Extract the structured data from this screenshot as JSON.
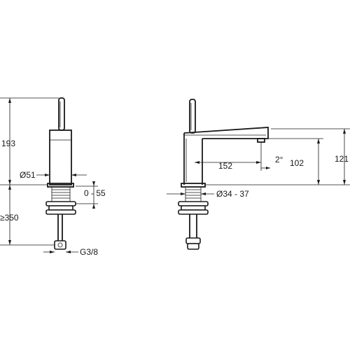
{
  "dimensions": {
    "height_total": "193",
    "body_diameter": "Ø51",
    "deck_thickness": "0 - 55",
    "pipe_length": "≥350",
    "thread": "G3/8",
    "spout_reach": "152",
    "spout_angle": "2°",
    "outlet_height": "102",
    "spout_height": "121",
    "hole_diameter": "Ø34 - 37"
  },
  "colors": {
    "line": "#1a1a1a",
    "background": "#ffffff"
  }
}
